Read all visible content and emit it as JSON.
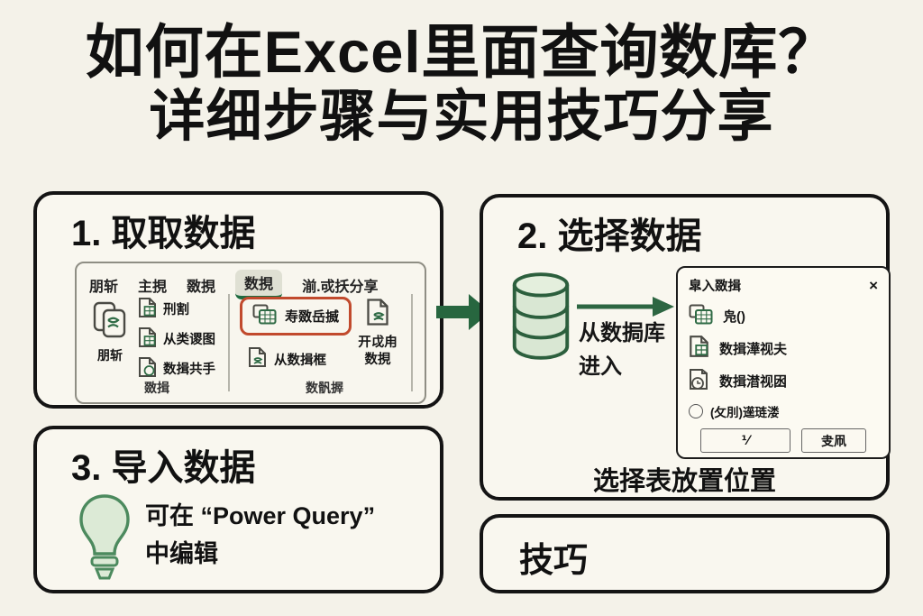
{
  "title": {
    "line1": "如何在Excel里面查询数库？",
    "line2": "详细步骤与实用技巧分享"
  },
  "step1": {
    "heading": "1. 取取数据",
    "ribbon": {
      "tabs": [
        "朋斩",
        "主挸",
        "敪挸",
        "数挸",
        "湔.戓扷分享"
      ],
      "big_item": "朋斩",
      "menu_items": [
        "刑割",
        "从类谡图",
        "数揖共手"
      ],
      "highlight_button": "寿敪岳揻",
      "sub_item": "从数揖框",
      "right_item_line1": "开戉甪",
      "right_item_line2": "数挸",
      "group_labels": [
        "敪揖",
        "数骪搱"
      ]
    }
  },
  "step2": {
    "heading": "2. 选择数据",
    "db_caption_line1": "从数挶库",
    "db_caption_line2": "进入",
    "dialog": {
      "title": "皐入敪揖",
      "close": "×",
      "items": [
        "凫()",
        "数揖澕视夫",
        "数揖澘视囦"
      ],
      "radio_label": "(攵刖)遳琏溇",
      "ok_label": "⅟",
      "cancel_label": "叏凧"
    },
    "caption": "选择表放置位置"
  },
  "step3": {
    "heading": "3. 导入数据",
    "tip_line1": "可在 “Power Query”",
    "tip_line2": "中编辑"
  },
  "tips": {
    "heading": "技巧"
  },
  "colors": {
    "background": "#f4f2e9",
    "card_border": "#141414",
    "accent_green": "#2f6b45",
    "tab_underline_green": "#1e6b40",
    "highlight_red": "#c14a2d",
    "db_fill_green": "#d9e7d3",
    "bulb_green": "#4c8a5e"
  }
}
